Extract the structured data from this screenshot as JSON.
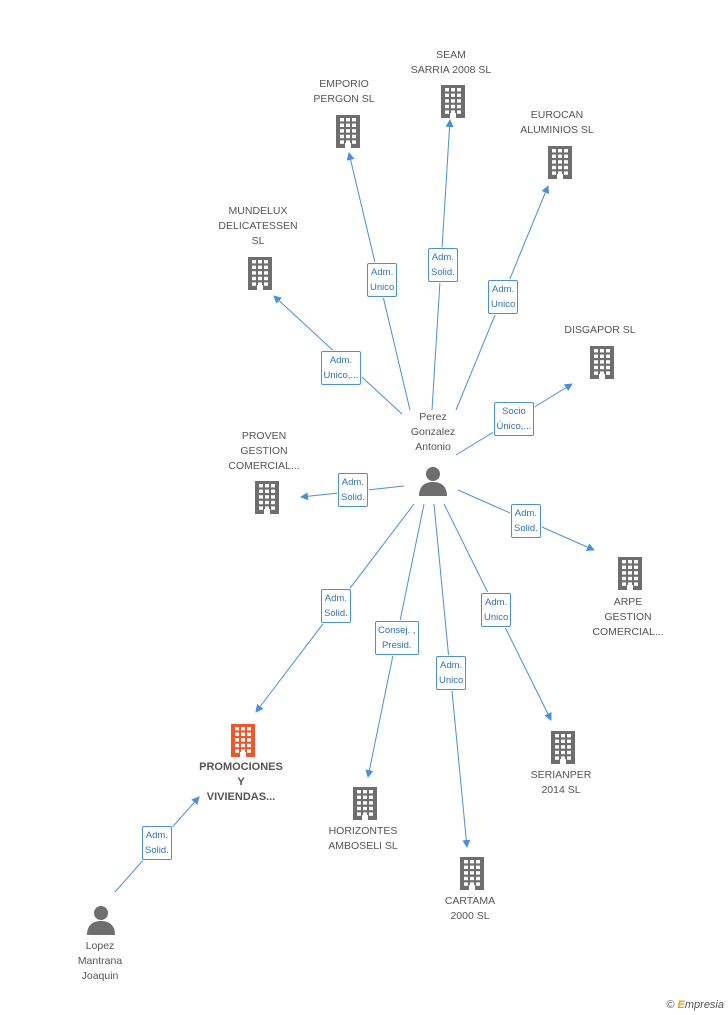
{
  "nodes": [
    {
      "id": "center",
      "type": "person",
      "label": "Perez\nGonzalez\nAntonio"
    },
    {
      "id": "emporio",
      "type": "company",
      "label": "EMPORIO\nPERGON  SL"
    },
    {
      "id": "seam",
      "type": "company",
      "label": "SEAM\nSARRIA 2008 SL"
    },
    {
      "id": "eurocan",
      "type": "company",
      "label": "EUROCAN\nALUMINIOS SL"
    },
    {
      "id": "mundelux",
      "type": "company",
      "label": "MUNDELUX\nDELICATESSEN\nSL"
    },
    {
      "id": "disgapor",
      "type": "company",
      "label": "DISGAPOR SL"
    },
    {
      "id": "proven",
      "type": "company",
      "label": "PROVEN\nGESTION\nCOMERCIAL..."
    },
    {
      "id": "arpe",
      "type": "company",
      "label": "ARPE\nGESTION\nCOMERCIAL..."
    },
    {
      "id": "promociones",
      "type": "company-main",
      "label": "PROMOCIONES\nY\nVIVIENDAS..."
    },
    {
      "id": "horizontes",
      "type": "company",
      "label": "HORIZONTES\nAMBOSELI SL"
    },
    {
      "id": "cartama",
      "type": "company",
      "label": "CARTAMA\n2000  SL"
    },
    {
      "id": "serianper",
      "type": "company",
      "label": "SERIANPER\n2014  SL"
    },
    {
      "id": "lopez",
      "type": "person",
      "label": "Lopez\nMantrana\nJoaquin"
    }
  ],
  "relations": [
    {
      "from": "center",
      "to": "emporio",
      "label": "Adm.\nUnico"
    },
    {
      "from": "center",
      "to": "seam",
      "label": "Adm.\nSolid."
    },
    {
      "from": "center",
      "to": "eurocan",
      "label": "Adm.\nUnico"
    },
    {
      "from": "center",
      "to": "mundelux",
      "label": "Adm.\nUnico,..."
    },
    {
      "from": "center",
      "to": "disgapor",
      "label": "Socio\nÚnico,..."
    },
    {
      "from": "center",
      "to": "proven",
      "label": "Adm.\nSolid."
    },
    {
      "from": "center",
      "to": "arpe",
      "label": "Adm.\nSolid."
    },
    {
      "from": "center",
      "to": "promociones",
      "label": "Adm.\nSolid."
    },
    {
      "from": "center",
      "to": "horizontes",
      "label": "Consej. ,\nPresid."
    },
    {
      "from": "center",
      "to": "cartama",
      "label": "Adm.\nUnico"
    },
    {
      "from": "center",
      "to": "serianper",
      "label": "Adm.\nUnico"
    },
    {
      "from": "lopez",
      "to": "promociones",
      "label": "Adm.\nSolid."
    }
  ],
  "footer": {
    "copyright": "©",
    "brand_initial": "E",
    "brand_rest": "mpresia"
  },
  "colors": {
    "edge": "#4a8fdb",
    "company_icon": "#6e6e6e",
    "main_icon": "#f0562a",
    "person_icon": "#6e6e6e",
    "label_text": "#555555"
  }
}
